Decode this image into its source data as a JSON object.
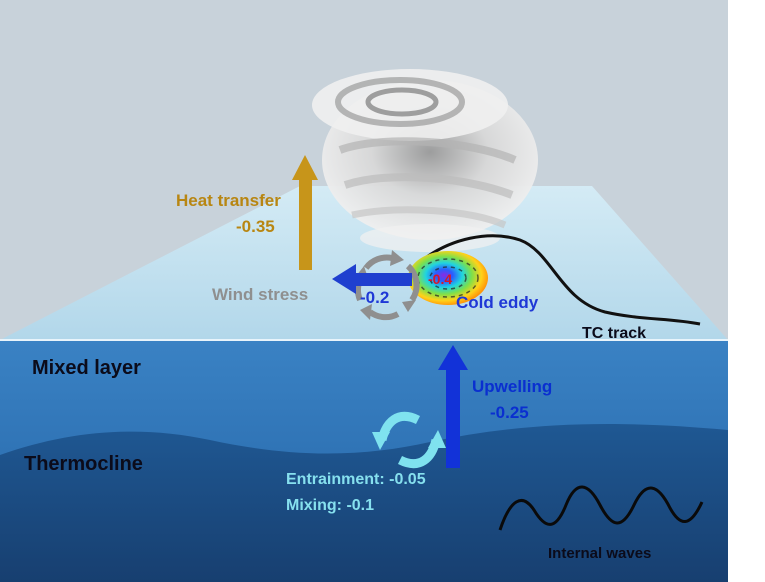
{
  "labels": {
    "heat_transfer": "Heat transfer",
    "heat_transfer_value": "-0.35",
    "wind_stress": "Wind stress",
    "wind_stress_value": "-0.2",
    "eddy_value": "-0.4",
    "cold_eddy": "Cold eddy",
    "tc_track": "TC track",
    "mixed_layer": "Mixed layer",
    "upwelling": "Upwelling",
    "upwelling_value": "-0.25",
    "thermocline": "Thermocline",
    "entrainment": "Entrainment: -0.05",
    "mixing": "Mixing: -0.1",
    "internal_waves": "Internal waves"
  },
  "colors": {
    "background": "#c8d2da",
    "ocean_surface": "#bfe0ef",
    "mixed_layer": "#2a70b2",
    "thermocline": "#1d4f86",
    "heat_arrow": "#c7951a",
    "heat_text": "#b88612",
    "wind_arrow": "#1f3fcf",
    "wind_text": "#8f8f8f",
    "eddy_text": "#1f38d6",
    "upwelling_arrow": "#1232d8",
    "upwelling_text": "#0a2fd0",
    "entrainment_text": "#86e0ee",
    "dark_text": "#0b0b1a"
  }
}
